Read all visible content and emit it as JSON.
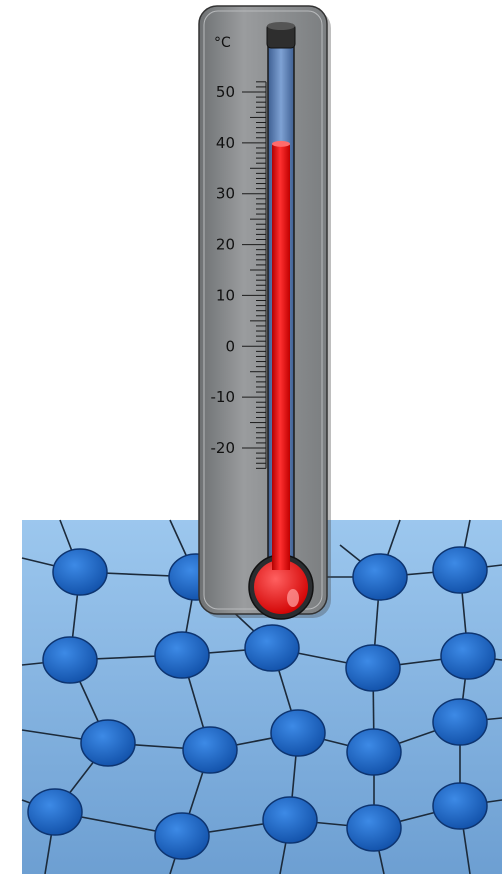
{
  "thermometer": {
    "unit": "°C",
    "scale_labels": [
      "50",
      "40",
      "30",
      "20",
      "10",
      "0",
      "-10",
      "-20"
    ],
    "scale_values": [
      50,
      40,
      30,
      20,
      10,
      0,
      -10,
      -20
    ],
    "reading": 40,
    "liquid_color": "#ff1a1a",
    "tube_color": "#5f83b8",
    "casing_color": "#8a8d8f"
  },
  "network": {
    "background_color": "#8fbce6",
    "node_color": "#1f66c7"
  }
}
